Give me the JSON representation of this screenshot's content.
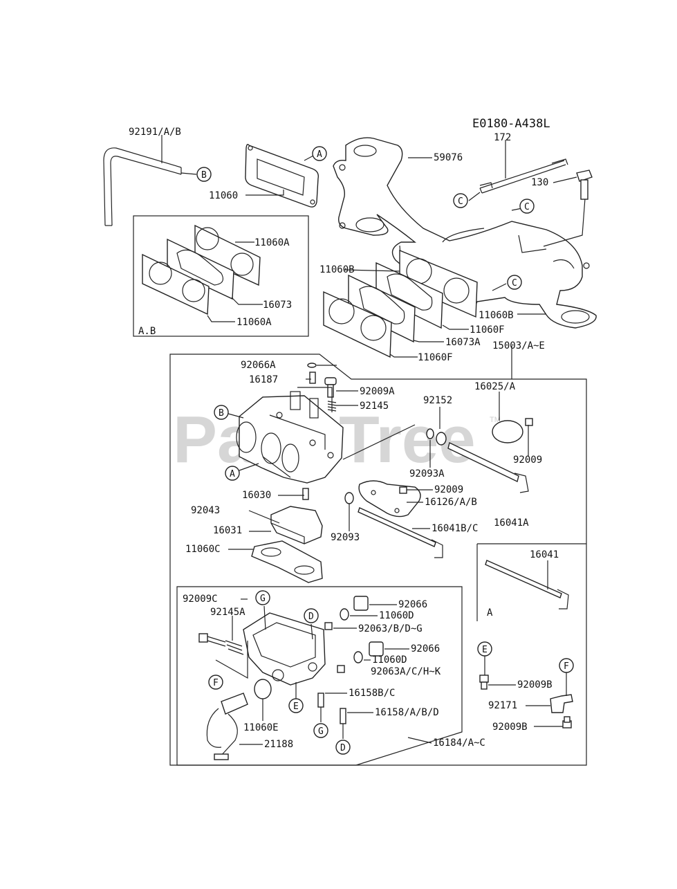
{
  "diagram_code": "E0180-A438L",
  "watermark": {
    "text": "PartsTree",
    "tm": "TM"
  },
  "labels": {
    "l92191": "92191/A/B",
    "l11060": "11060",
    "l59076": "59076",
    "l172": "172",
    "l130": "130",
    "l11060A_top": "11060A",
    "l16073": "16073",
    "l11060A_bot": "11060A",
    "lAB": "A.B",
    "l11060B_left": "11060B",
    "l11060B_right": "11060B",
    "l11060F_1": "11060F",
    "l16073A": "16073A",
    "l11060F_2": "11060F",
    "l15003": "15003/A~E",
    "l92066A": "92066A",
    "l16187": "16187",
    "l92009A": "92009A",
    "l92145": "92145",
    "l92152": "92152",
    "l16025": "16025/A",
    "l92009_r": "92009",
    "l92093A": "92093A",
    "l92009_m": "92009",
    "l16126": "16126/A/B",
    "l16030": "16030",
    "l92043": "92043",
    "l16031": "16031",
    "l92093": "92093",
    "l16041BC": "16041B/C",
    "l16041A": "16041A",
    "l11060C": "11060C",
    "l16041": "16041",
    "lA_box": "A",
    "l92009C": "92009C",
    "l92145A": "92145A",
    "l92066_1": "92066",
    "l11060D_1": "11060D",
    "l92063BDG": "92063/B/D~G",
    "l92066_2": "92066",
    "l11060D_2": "11060D",
    "l92063ACHK": "92063A/C/H~K",
    "l16158BC": "16158B/C",
    "l16158ABD": "16158/A/B/D",
    "l11060E": "11060E",
    "l21188": "21188",
    "l16184": "16184/A~C",
    "l92009B_1": "92009B",
    "l92171": "92171",
    "l92009B_2": "92009B"
  },
  "refs": {
    "A1": "A",
    "B1": "B",
    "C1": "C",
    "C2": "C",
    "C3": "C",
    "B2": "B",
    "A2": "A",
    "G1": "G",
    "D1": "D",
    "F1": "F",
    "E1": "E",
    "G2": "G",
    "D2": "D",
    "E2": "E",
    "F2": "F"
  }
}
